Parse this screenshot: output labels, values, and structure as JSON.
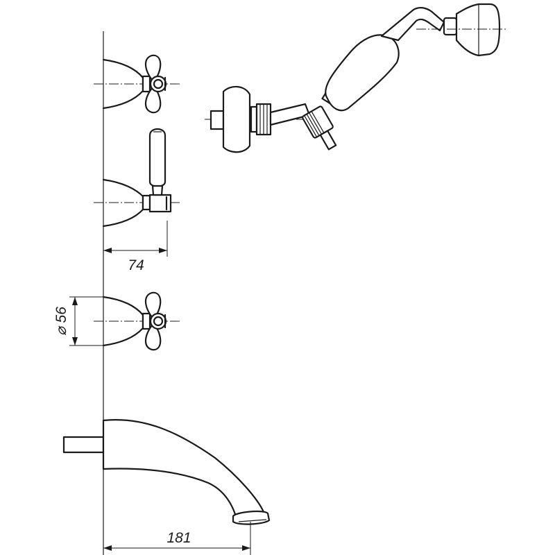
{
  "dimensions": {
    "handle_spacing": "74",
    "flange_diameter": "⌀ 56",
    "spout_projection": "181"
  }
}
